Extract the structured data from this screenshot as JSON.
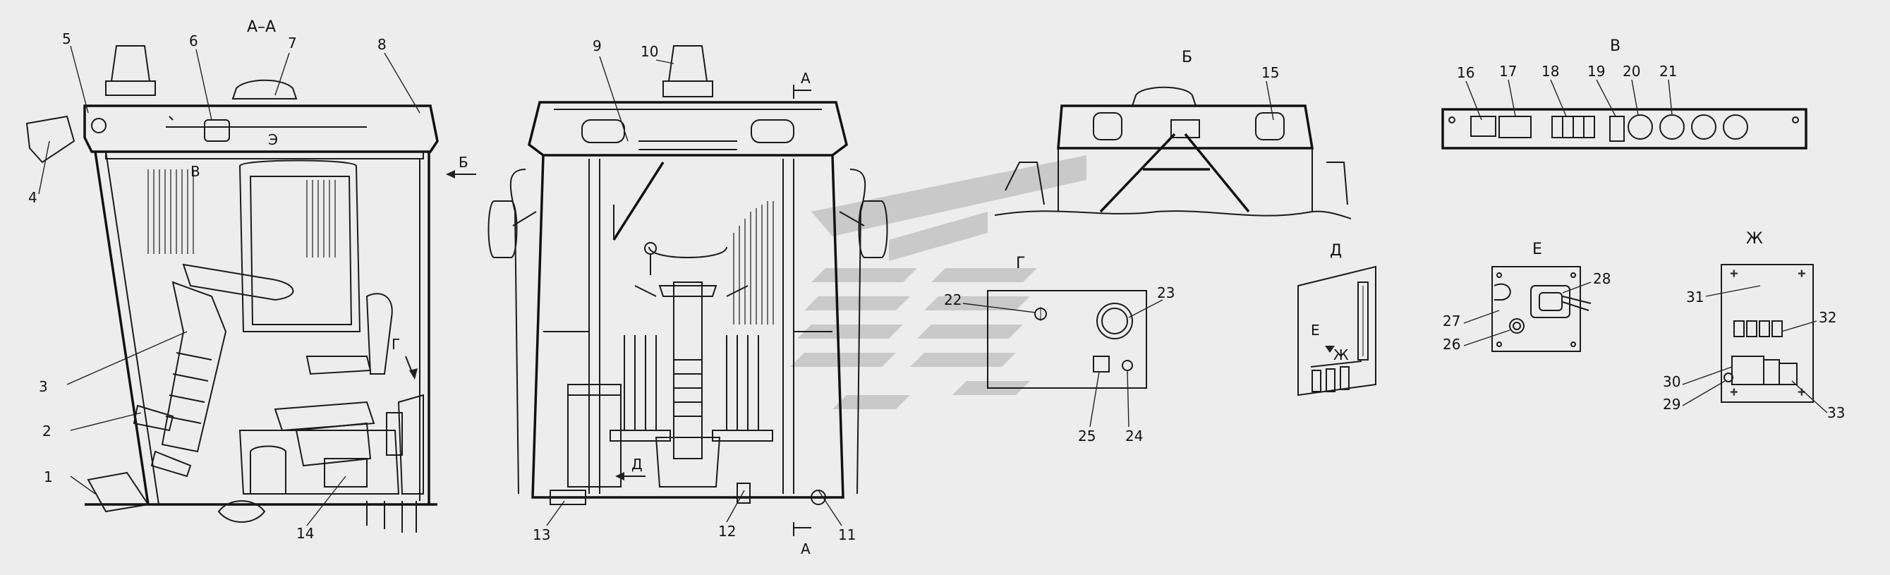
{
  "titles": {
    "section_aa": "А–А",
    "view_b1": "Б",
    "view_b2": "В",
    "view_g": "Г",
    "view_d": "Д",
    "view_e": "Е",
    "view_zh": "Ж"
  },
  "markers": {
    "a_top": "А",
    "a_bottom": "А",
    "b_arrow": "Б",
    "e_in_d": "Е",
    "zh_in_d": "Ж",
    "g_in_side": "Г",
    "d_in_front": "Д",
    "v_in_side": "В",
    "e_in_side": "Э"
  },
  "callouts": {
    "c1": "1",
    "c2": "2",
    "c3": "3",
    "c4": "4",
    "c5": "5",
    "c6": "6",
    "c7": "7",
    "c8": "8",
    "c9": "9",
    "c10": "10",
    "c11": "11",
    "c12": "12",
    "c13": "13",
    "c14": "14",
    "c15": "15",
    "c16": "16",
    "c17": "17",
    "c18": "18",
    "c19": "19",
    "c20": "20",
    "c21": "21",
    "c22": "22",
    "c23": "23",
    "c24": "24",
    "c25": "25",
    "c26": "26",
    "c27": "27",
    "c28": "28",
    "c29": "29",
    "c30": "30",
    "c31": "31",
    "c32": "32",
    "c33": "33"
  },
  "colors": {
    "background": "#ededed",
    "line": "#1a1a1a",
    "watermark": "#c9c9c9"
  }
}
